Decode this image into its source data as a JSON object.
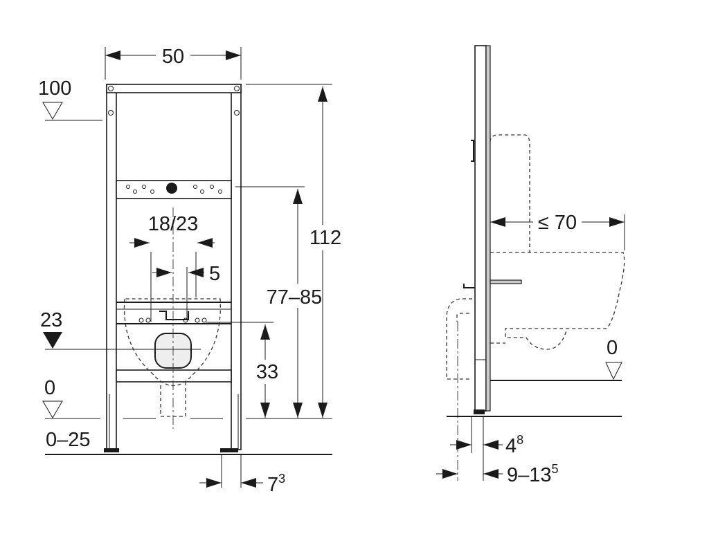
{
  "front_view": {
    "width": "50",
    "top_level": "100",
    "total_height": "112",
    "connection_spacing": "18/23",
    "offset": "5",
    "crossbar_height": "77–85",
    "drain_level": "23",
    "inlet_height": "33",
    "floor_level": "0",
    "foot_adjust": "0–25",
    "foot_width_base": "7",
    "foot_width_sup": "3"
  },
  "side_view": {
    "projection": "≤ 70",
    "floor_level": "0",
    "depth_base": "4",
    "depth_sup": "8",
    "wall_gap_base": "9–13",
    "wall_gap_sup": "5"
  }
}
